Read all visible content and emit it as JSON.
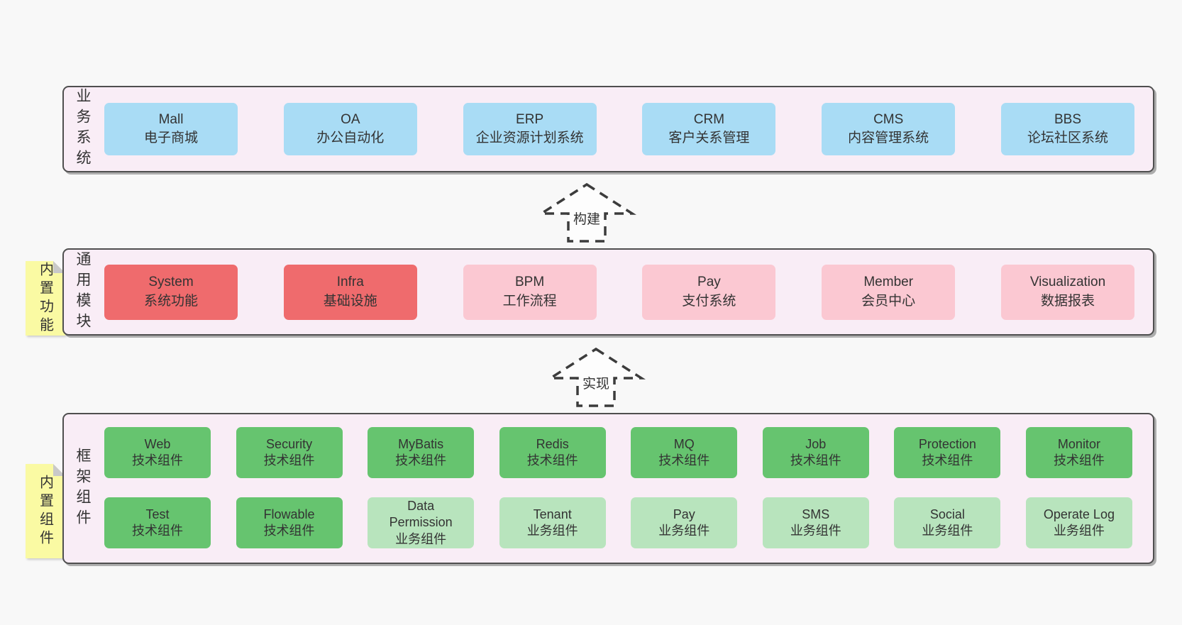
{
  "colors": {
    "page_bg": "#f8f8f8",
    "band_bg": "#f9edf6",
    "band_border": "#4f4f4f",
    "blue_box": "#a9dcf5",
    "red_box": "#ef6b6d",
    "pink_box": "#fbc8d2",
    "green_box": "#66c46f",
    "light_green_box": "#b8e4bd",
    "sticky_yellow": "#fafaa3",
    "text": "#333333"
  },
  "arrows": [
    {
      "label": "构建"
    },
    {
      "label": "实现"
    }
  ],
  "bands": [
    {
      "label": "业务系统",
      "boxes": [
        {
          "title": "Mall",
          "subtitle": "电子商城"
        },
        {
          "title": "OA",
          "subtitle": "办公自动化"
        },
        {
          "title": "ERP",
          "subtitle": "企业资源计划系统"
        },
        {
          "title": "CRM",
          "subtitle": "客户关系管理"
        },
        {
          "title": "CMS",
          "subtitle": "内容管理系统"
        },
        {
          "title": "BBS",
          "subtitle": "论坛社区系统"
        }
      ]
    },
    {
      "label": "通用模块",
      "sticky": "内置功能",
      "boxes": [
        {
          "title": "System",
          "subtitle": "系统功能"
        },
        {
          "title": "Infra",
          "subtitle": "基础设施"
        },
        {
          "title": "BPM",
          "subtitle": "工作流程"
        },
        {
          "title": "Pay",
          "subtitle": "支付系统"
        },
        {
          "title": "Member",
          "subtitle": "会员中心"
        },
        {
          "title": "Visualization",
          "subtitle": "数据报表"
        }
      ]
    },
    {
      "label": "框架组件",
      "sticky": "内置组件",
      "rows": [
        [
          {
            "title": "Web",
            "subtitle": "技术组件"
          },
          {
            "title": "Security",
            "subtitle": "技术组件"
          },
          {
            "title": "MyBatis",
            "subtitle": "技术组件"
          },
          {
            "title": "Redis",
            "subtitle": "技术组件"
          },
          {
            "title": "MQ",
            "subtitle": "技术组件"
          },
          {
            "title": "Job",
            "subtitle": "技术组件"
          },
          {
            "title": "Protection",
            "subtitle": "技术组件"
          },
          {
            "title": "Monitor",
            "subtitle": "技术组件"
          }
        ],
        [
          {
            "title": "Test",
            "subtitle": "技术组件"
          },
          {
            "title": "Flowable",
            "subtitle": "技术组件"
          },
          {
            "title": "Data Permission",
            "subtitle": "业务组件"
          },
          {
            "title": "Tenant",
            "subtitle": "业务组件"
          },
          {
            "title": "Pay",
            "subtitle": "业务组件"
          },
          {
            "title": "SMS",
            "subtitle": "业务组件"
          },
          {
            "title": "Social",
            "subtitle": "业务组件"
          },
          {
            "title": "Operate Log",
            "subtitle": "业务组件"
          }
        ]
      ]
    }
  ]
}
